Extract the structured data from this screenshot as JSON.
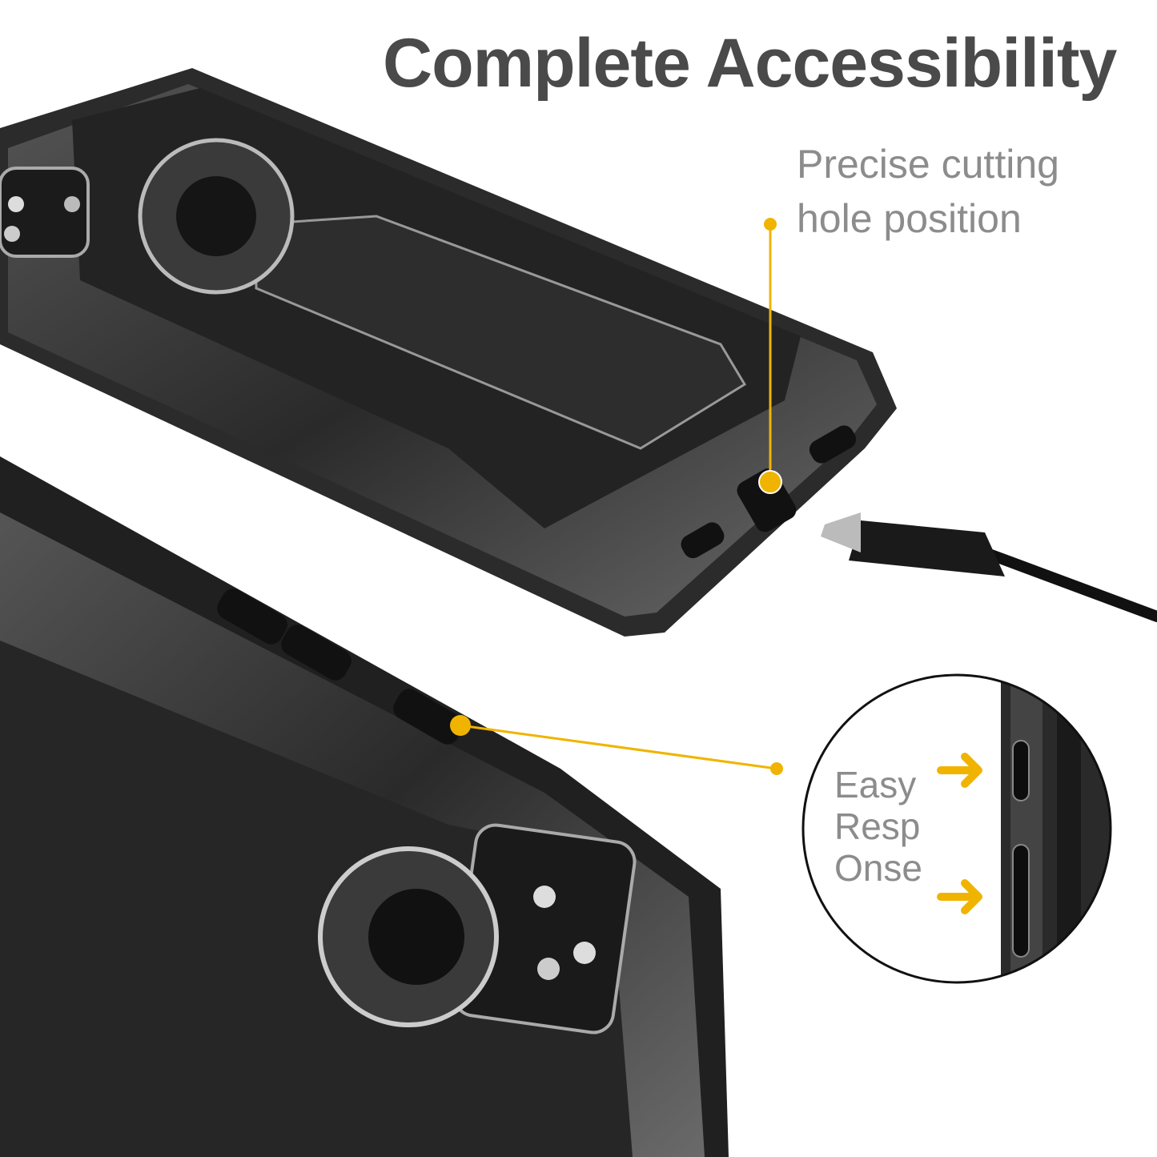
{
  "title": "Complete Accessibility",
  "callout_top": {
    "line1": "Precise cutting",
    "line2": "hole position"
  },
  "callout_bottom": {
    "line1": "Easy",
    "line2": "Resp",
    "line3": "Onse"
  },
  "colors": {
    "accent": "#f0b400",
    "title": "#4a4a4a",
    "subtitle": "#8c8c8c",
    "case": "#1e1e1e"
  }
}
